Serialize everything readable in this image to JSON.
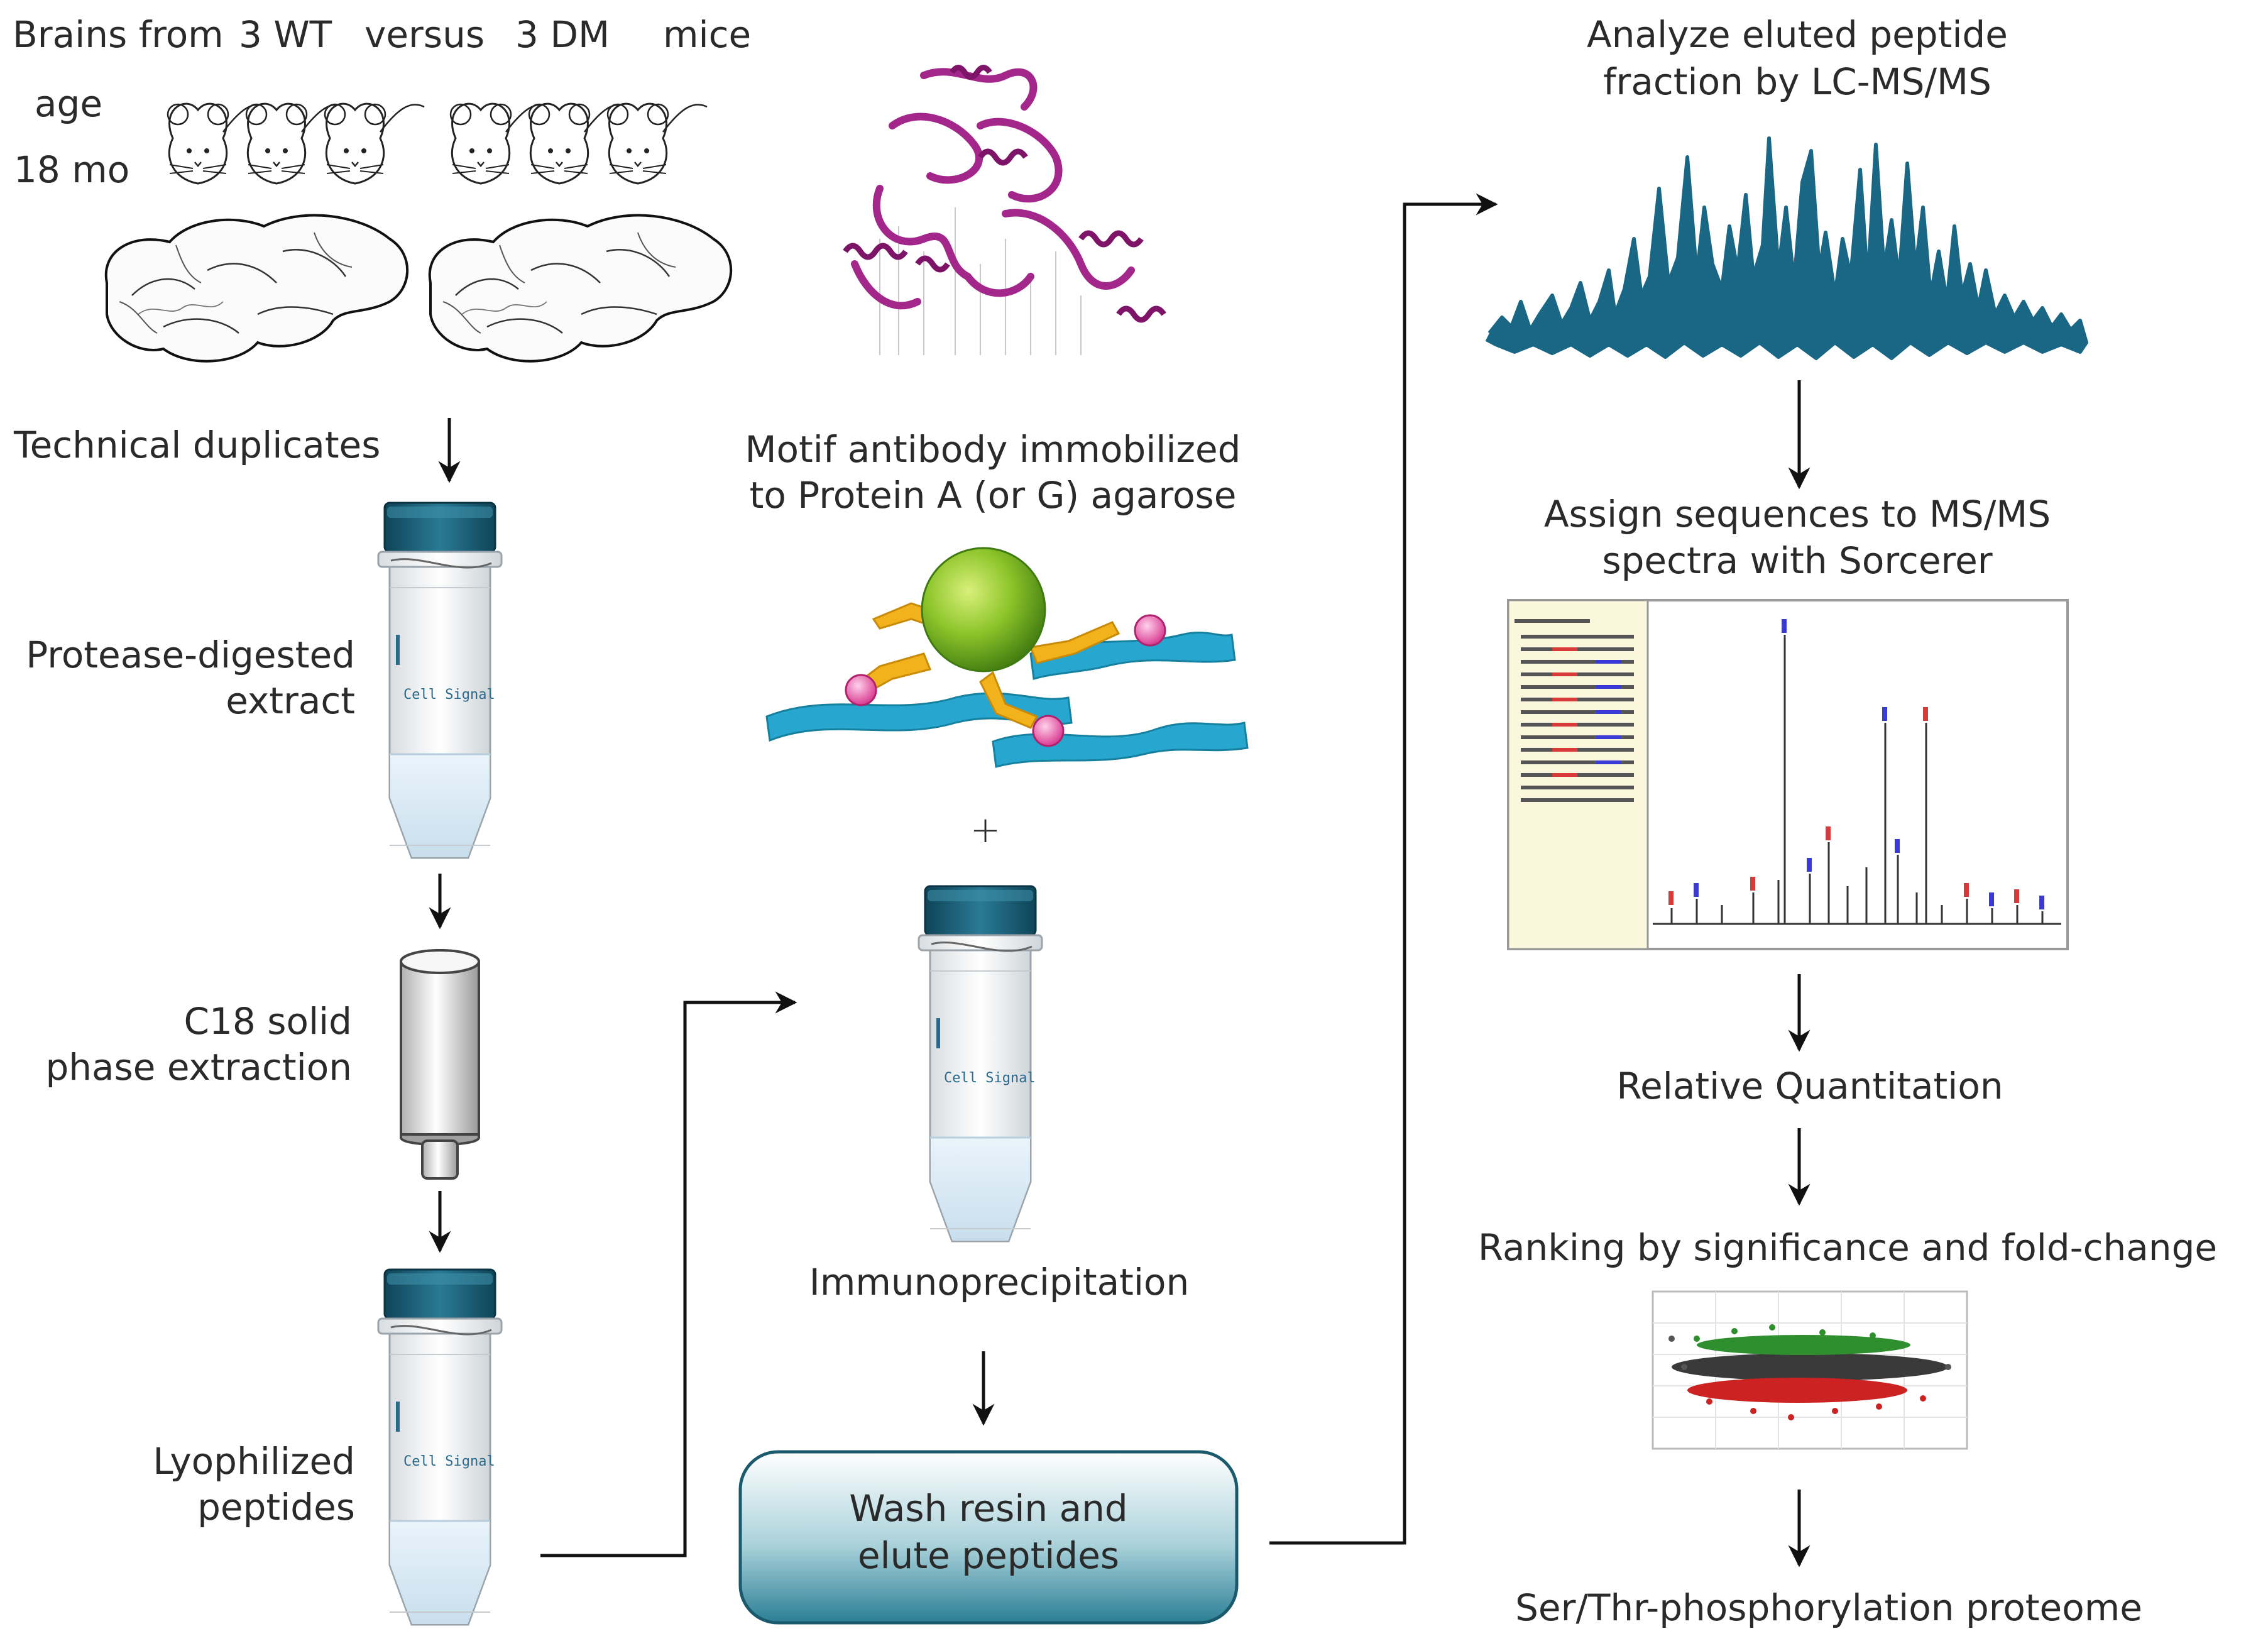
{
  "header": {
    "brains_from": "Brains from",
    "wt": "3 WT",
    "versus": "versus",
    "dm": "3 DM",
    "mice": "mice",
    "age": "age",
    "age_value": "18 mo"
  },
  "left_column": {
    "technical_duplicates": "Technical duplicates",
    "protease_line1": "Protease-digested",
    "protease_line2": "extract",
    "c18_line1": "C18 solid",
    "c18_line2": "phase extraction",
    "lyophilized_line1": "Lyophilized",
    "lyophilized_line2": "peptides",
    "tube_label": "Cell Signal"
  },
  "middle_column": {
    "motif_line1": "Motif antibody immobilized",
    "motif_line2": "to Protein A (or G) agarose",
    "plus": "+",
    "immunoprecipitation": "Immunoprecipitation",
    "wash_line1": "Wash resin and",
    "wash_line2": "elute peptides"
  },
  "right_column": {
    "analyze_line1": "Analyze eluted peptide",
    "analyze_line2": "fraction by LC-MS/MS",
    "assign_line1": "Assign sequences to MS/MS",
    "assign_line2": "spectra with Sorcerer",
    "relative_quant": "Relative Quantitation",
    "ranking": "Ranking by significance and fold-change",
    "final": "Ser/Thr-phosphorylation proteome"
  },
  "colors": {
    "cap": "#1c5f78",
    "chromatogram": "#1a6785",
    "protein": "#a3278a",
    "bead": "#7fbf1e",
    "antibody": "#f2b21c",
    "peptide_ribbon": "#27a6cf",
    "phospho": "#e0449a",
    "wash_box": "#2b7f95"
  }
}
